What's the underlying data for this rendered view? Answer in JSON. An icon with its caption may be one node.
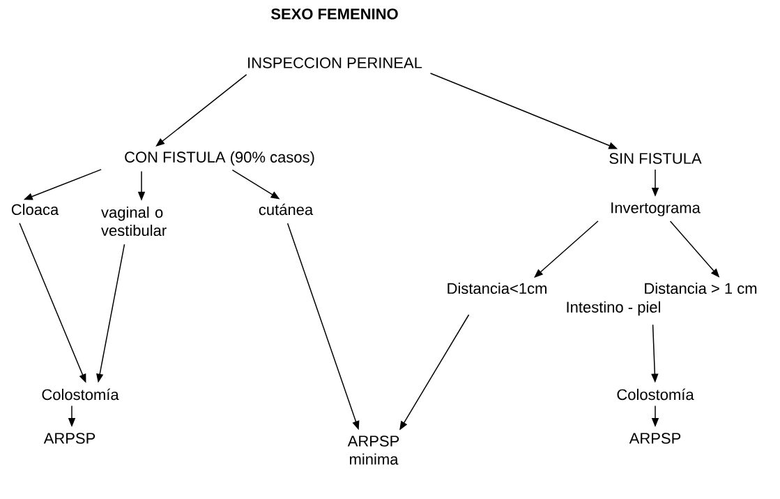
{
  "diagram": {
    "title": "SEXO FEMENINO",
    "nodes": [
      {
        "text": [
          "INSPECCION PERINEAL"
        ]
      },
      {
        "text": [
          "CON FISTULA (90% casos)"
        ]
      },
      {
        "text": [
          "SIN FISTULA"
        ]
      },
      {
        "text": [
          "Cloaca"
        ]
      },
      {
        "text": [
          "vaginal o vestibular"
        ]
      },
      {
        "text": [
          "cutánea"
        ]
      },
      {
        "text": [
          "Invertograma"
        ]
      },
      {
        "text": [
          "Distancia<1cm"
        ]
      },
      {
        "text": [
          "Distancia > 1 cm"
        ]
      },
      {
        "text": [
          "Colostomía"
        ]
      },
      {
        "text": [
          "ARPSP"
        ]
      },
      {
        "text": [
          "ARPSP minima"
        ]
      },
      {
        "text": [
          "Colostomía"
        ]
      },
      {
        "text": [
          "ARPSP"
        ]
      }
    ],
    "edges": [
      {
        "from": 0,
        "to": 1,
        "arrow": "to"
      },
      {
        "from": 0,
        "to": 2,
        "arrow": "to"
      },
      {
        "from": 1,
        "to": 3,
        "arrow": "to"
      },
      {
        "from": 1,
        "to": 4,
        "arrow": "to"
      },
      {
        "from": 1,
        "to": 5,
        "arrow": "to"
      },
      {
        "from": 2,
        "to": 6,
        "arrow": "to"
      },
      {
        "from": 6,
        "to": 7,
        "arrow": "to"
      },
      {
        "from": 6,
        "to": 8,
        "arrow": "to"
      },
      {
        "from": 3,
        "to": 9,
        "arrow": "to"
      },
      {
        "from": 4,
        "to": 9,
        "arrow": "to"
      },
      {
        "from": 5,
        "to": 11,
        "arrow": "to"
      },
      {
        "from": 7,
        "to": 11,
        "arrow": "to"
      },
      {
        "from": 8,
        "to": 12,
        "arrow": "to"
      },
      {
        "from": 9,
        "to": 10,
        "arrow": "to"
      },
      {
        "from": 12,
        "to": 13,
        "arrow": "to"
      }
    ],
    "labels": [
      "Intestino - piel"
    ]
  }
}
